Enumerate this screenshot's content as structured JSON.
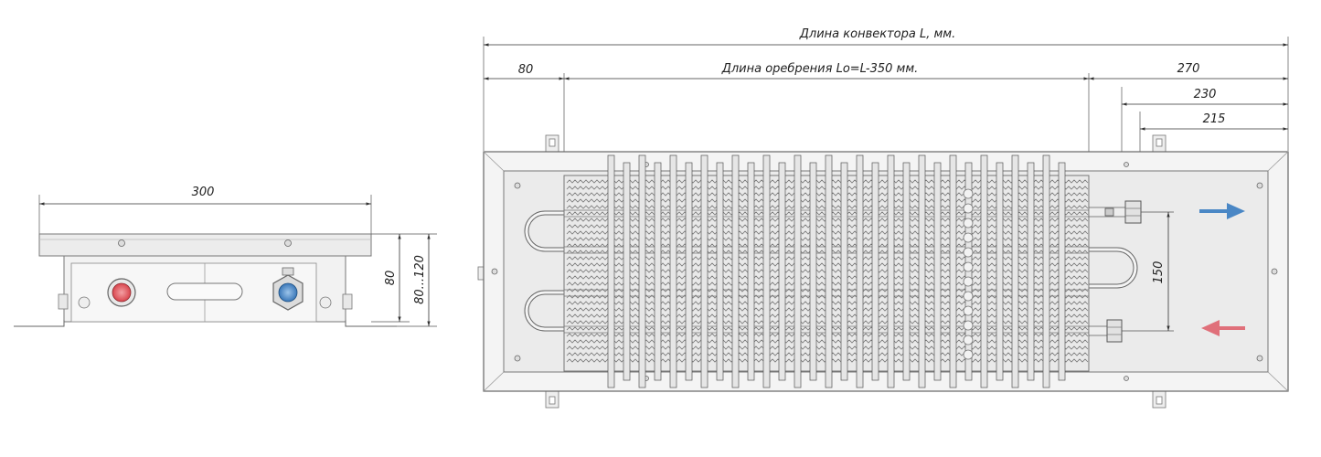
{
  "front_view": {
    "width_label": "300",
    "height_label": "80",
    "adjust_label": "80...120"
  },
  "top_view": {
    "total_length_label": "Длина конвектора L, мм.",
    "fin_length_label": "Длина оребрения Lo=L-350 мм.",
    "left_offset_label": "80",
    "right_270_label": "270",
    "right_230_label": "230",
    "right_215_label": "215",
    "pipe_spacing_label": "150"
  },
  "colors": {
    "hot": "#e5636a",
    "cold": "#4a87c5",
    "outlet_arrow": "#4a87c5",
    "inlet_arrow": "#e0707a"
  }
}
